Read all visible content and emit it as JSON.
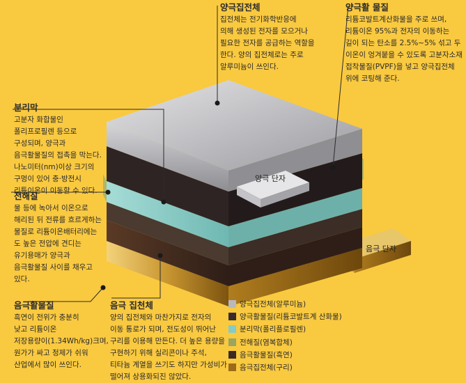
{
  "callouts": {
    "cathode_collector": {
      "title": "양극집전체",
      "body": "집전체는 전기화학반응에\n의해 생성된 전자를 모으거나\n필요한 전자를 공급하는 역할을\n한다. 양의 집전체로는 주로\n알루미늄이 쓰인다."
    },
    "cathode_active": {
      "title": "양극활 물질",
      "body": "리튬코발트계산화물을 주로 쓰며,\n리튬이온 95%과 전자의 이동하는\n길이 되는 탄소를 2.5%~5% 섞고 두\n이온이 엉겨붙을 수 있도록 고분자소재\n접착물질(PVPF)을 넣고 양극집전체\n위에 코팅해 준다."
    },
    "separator": {
      "title": "분리막",
      "body": "고분자 화합물인\n폴리프로필렌 등으로\n구성되며, 양극과\n음극활물질의 접촉을 막는다.\n나노미터(nm)이상 크기의\n구멍이 있어 충·방전시\n리튬이온이 이동할 수 있다."
    },
    "electrolyte": {
      "title": "전해질",
      "body": "물 등에 녹아서 이온으로\n해리된 뒤 전류를 흐르게하는\n물질로 리튬이온배터리에는\n도 높은 전압에 견디는\n유기용매가 양극과\n음극활물질 사이를 채우고\n있다."
    },
    "anode_active": {
      "title": "음극활물질",
      "body": "흑연이 전위가 충분히\n낮고 리튬이온\n저장용량이(1.34Wh/kg)크며,\n원가가 싸고 정제가 쉬워\n산업에서 많이 쓰인다."
    },
    "anode_collector": {
      "title": "음극 집천체",
      "body": "양의 집전체와 마찬가지로 전자의\n이동 통로가 되며, 전도성이 뛰어난\n구리를 이용해 만든다. 더 높은 용량을\n구현하기 위해 실리콘이나 주석,\n티타늄 계열을 쓰기도 하지만 가성비가\n떨어져 상용화되진 않았다."
    }
  },
  "terminals": {
    "cathode": "양극 단자",
    "anode": "음극 단자"
  },
  "legend": [
    {
      "label": "양극집전체(알루미늄)",
      "color": "#b9b9bd"
    },
    {
      "label": "양극활물질(리튬코발트계 산화물)",
      "color": "#3a2c2a"
    },
    {
      "label": "분리막(폴리플로필렌)",
      "color": "#86cbc6"
    },
    {
      "label": "전해질(염복합체)",
      "color": "#9aa55e"
    },
    {
      "label": "음극활물질(흑연)",
      "color": "#3b2a24"
    },
    {
      "label": "음극집전체(구리)",
      "color": "#9c6a1a"
    }
  ]
}
